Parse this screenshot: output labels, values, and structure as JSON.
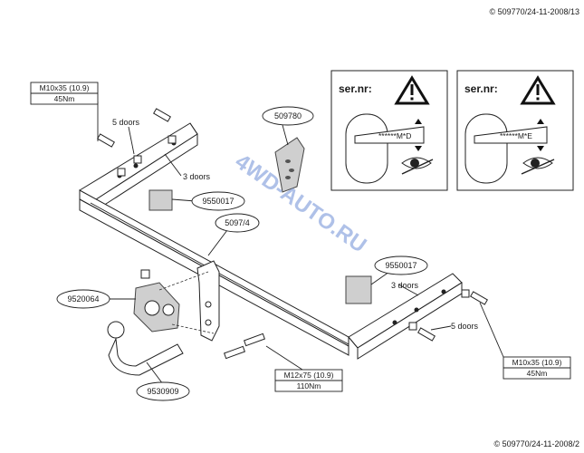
{
  "copyright_top": "© 509770/24-11-2008/13",
  "copyright_bottom": "© 509770/24-11-2008/2",
  "watermark": "4WD-AUTO.RU",
  "warnings": [
    {
      "label": "ser.nr:",
      "code": "******M*D"
    },
    {
      "label": "ser.nr:",
      "code": "******M*E"
    }
  ],
  "parts": {
    "bracket_plate": "509780",
    "spacer_left": "9550017",
    "crossbar": "5097/4",
    "spacer_right": "9550017",
    "ball_holder": "9520064",
    "towball": "9530909"
  },
  "bolts": {
    "left": {
      "spec": "M10x35 (10.9)",
      "torque": "45Nm"
    },
    "right": {
      "spec": "M10x35 (10.9)",
      "torque": "45Nm"
    },
    "center": {
      "spec": "M12x75 (10.9)",
      "torque": "110Nm"
    }
  },
  "door_labels": {
    "left_5": "5 doors",
    "left_3": "3 doors",
    "right_3": "3 doors",
    "right_5": "5 doors"
  }
}
